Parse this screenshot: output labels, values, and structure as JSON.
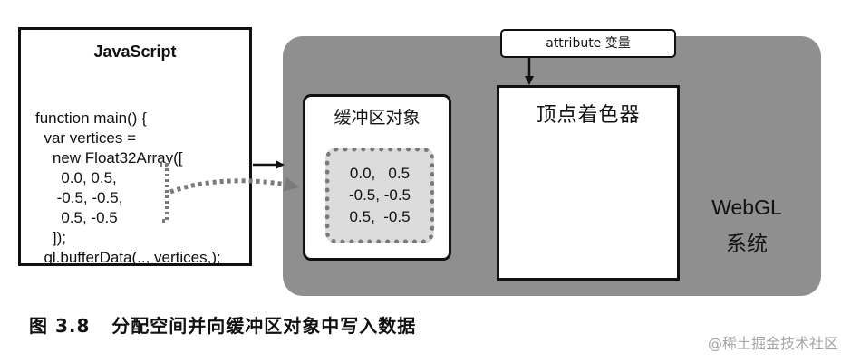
{
  "javascript_box": {
    "title": "JavaScript",
    "code_lines": [
      "function main() {",
      "  var vertices =",
      "    new Float32Array([",
      "      0.0, 0.5,",
      "     -0.5, -0.5,",
      "      0.5, -0.5",
      "    ]);",
      "  gl.bufferData(.., vertices,);"
    ]
  },
  "webgl_system": {
    "label_line1": "WebGL",
    "label_line2": "系统"
  },
  "buffer_object": {
    "title": "缓冲区对象",
    "rows": [
      "0.0,   0.5",
      "-0.5, -0.5",
      "0.5,  -0.5"
    ]
  },
  "vertex_shader": {
    "title": "顶点着色器"
  },
  "attribute_variable": {
    "label": "attribute 变量"
  },
  "caption": "图 3.8   分配空间并向缓冲区对象中写入数据",
  "watermark": "@稀土掘金技术社区",
  "colors": {
    "system_gray": "#8f8f8f",
    "data_fill": "#dcdcdc",
    "dotted_stroke": "#7a7a7a"
  }
}
